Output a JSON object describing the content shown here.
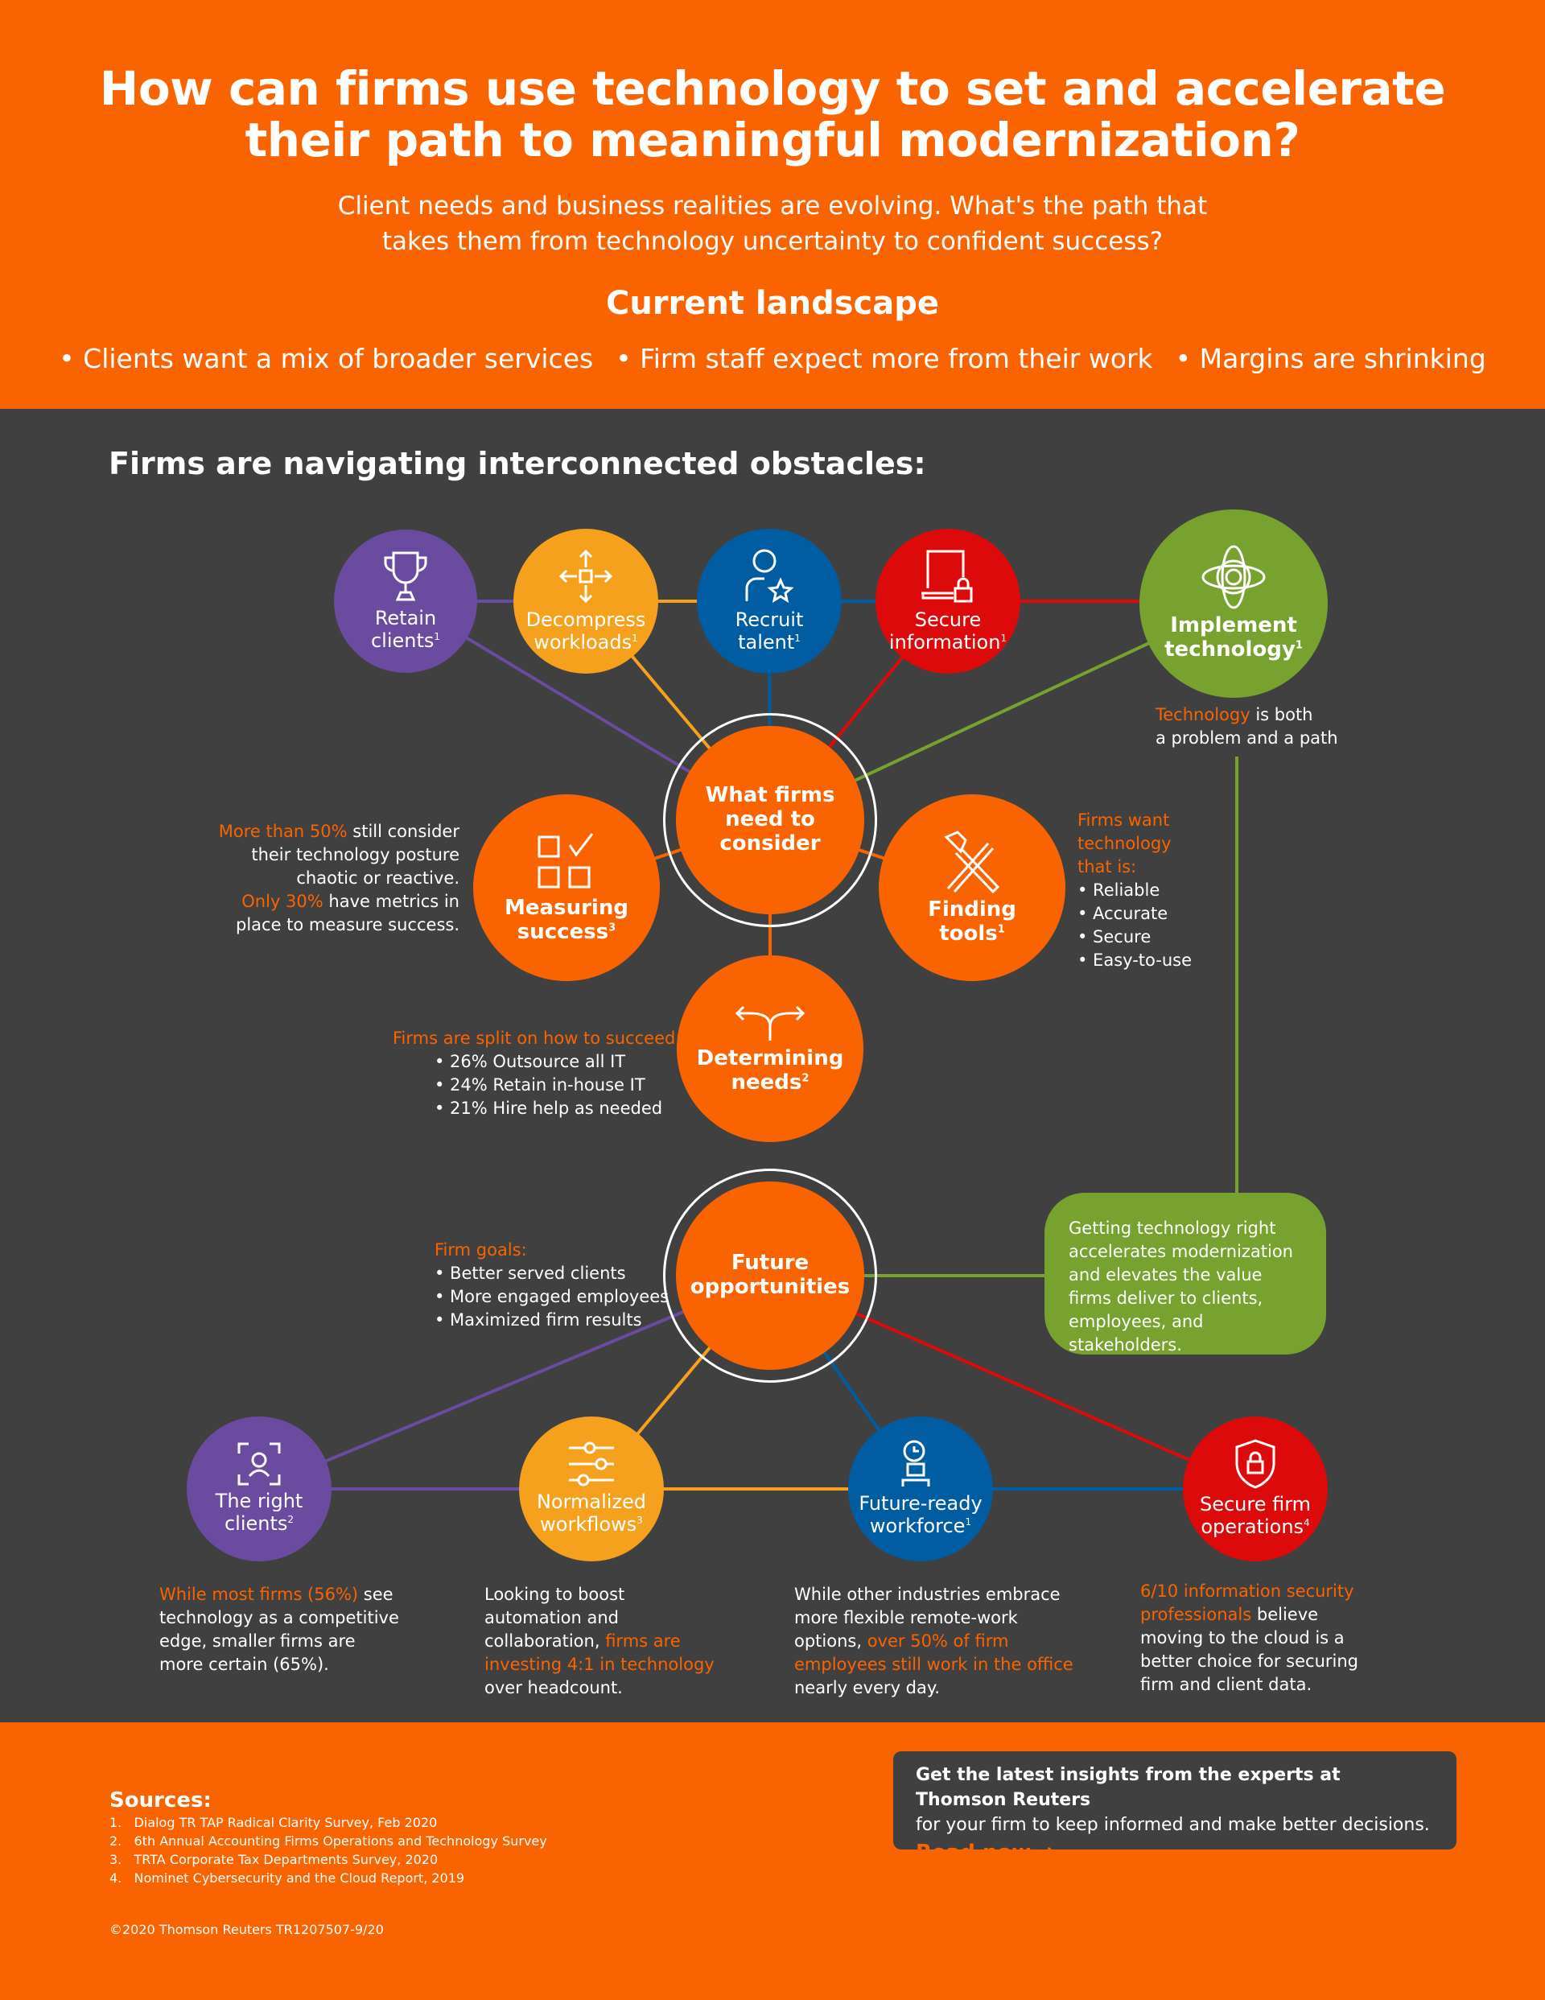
{
  "header": {
    "title_line1": "How can firms use technology to set and accelerate",
    "title_line2": "their path to meaningful modernization?",
    "subtitle_line1": "Client needs and business realities are evolving. What's the path that",
    "subtitle_line2": "takes them from technology uncertainty to confident success?",
    "landscape_title": "Current landscape",
    "bullets": [
      "• Clients want a mix of broader services",
      "• Firm staff expect more from their work",
      "• Margins are shrinking"
    ]
  },
  "main": {
    "heading": "Firms are navigating interconnected obstacles:",
    "top_nodes": [
      {
        "label1": "Retain",
        "label2": "clients",
        "sup": "1"
      },
      {
        "label1": "Decompress",
        "label2": "workloads",
        "sup": "1"
      },
      {
        "label1": "Recruit",
        "label2": "talent",
        "sup": "1"
      },
      {
        "label1": "Secure",
        "label2": "information",
        "sup": "1"
      },
      {
        "label1": "Implement",
        "label2": "technology",
        "sup": "1"
      }
    ],
    "center": {
      "l1": "What firms",
      "l2": "need to",
      "l3": "consider"
    },
    "measuring": {
      "l1": "Measuring",
      "l2": "success",
      "sup": "3"
    },
    "finding": {
      "l1": "Finding",
      "l2": "tools",
      "sup": "1"
    },
    "determining": {
      "l1": "Determining",
      "l2": "needs",
      "sup": "2"
    },
    "tech_note": {
      "hl": "Technology",
      "rest": " is both",
      "line2": "a problem and a path"
    },
    "measure_note": {
      "hl1": "More than 50%",
      "t1": " still consider",
      "t2": "their technology posture",
      "t3": "chaotic or reactive.",
      "hl2": "Only 30%",
      "t4": " have metrics in",
      "t5": "place to measure success."
    },
    "finding_note": {
      "hl1": "Firms want",
      "hl2": "technology",
      "hl3": "that is:",
      "items": [
        "• Reliable",
        "• Accurate",
        "• Secure",
        "• Easy-to-use"
      ]
    },
    "determining_note": {
      "hl": "Firms are split on how to succeed:",
      "items": [
        "• 26% Outsource all IT",
        "• 24% Retain in-house IT",
        "• 21% Hire help as needed"
      ]
    },
    "future": {
      "l1": "Future",
      "l2": "opportunities"
    },
    "goals": {
      "hl": "Firm goals:",
      "items": [
        "• Better served clients",
        "• More engaged employees",
        "• Maximized firm results"
      ]
    },
    "green_box": "Getting technology right accelerates modernization and elevates the value firms deliver to clients, employees, and stakeholders.",
    "bottom_nodes": [
      {
        "label1": "The right",
        "label2": "clients",
        "sup": "2"
      },
      {
        "label1": "Normalized",
        "label2": "workflows",
        "sup": "3"
      },
      {
        "label1": "Future-ready",
        "label2": "workforce",
        "sup": "1"
      },
      {
        "label1": "Secure firm",
        "label2": "operations",
        "sup": "4"
      }
    ],
    "bottom_notes": [
      {
        "hl": "While most firms (56%)",
        "t": " see technology as a competitive edge, smaller firms are more certain (65%)."
      },
      {
        "t1": "Looking to boost automation and collaboration, ",
        "hl": "firms are investing 4:1 in technology",
        "t2": " over headcount."
      },
      {
        "t1": "While other industries embrace more flexible remote-work options, ",
        "hl": "over 50% of firm employees still work in the office",
        "t2": " nearly every day."
      },
      {
        "hl": "6/10 information security professionals",
        "t": " believe moving to the cloud is a better choice for securing firm and client data."
      }
    ]
  },
  "footer": {
    "sources_title": "Sources:",
    "sources": [
      "1.   Dialog TR TAP Radical Clarity Survey, Feb 2020",
      "2.   6th Annual Accounting Firms Operations and Technology Survey",
      "3.   TRTA Corporate Tax Departments Survey, 2020",
      "4.   Nominet Cybersecurity and the Cloud Report, 2019"
    ],
    "copyright": "©2020 Thomson Reuters TR1207507-9/20",
    "cta_bold": "Get the latest insights from the experts at Thomson Reuters",
    "cta_text": "for your firm to keep informed and make better decisions.",
    "cta_link": "Read now"
  },
  "colors": {
    "orange": "#F96400",
    "dark": "#404040",
    "purple": "#6B4BA0",
    "yellow": "#F5A11E",
    "blue": "#005DA2",
    "red": "#DC0A0A",
    "green": "#77A22F"
  }
}
